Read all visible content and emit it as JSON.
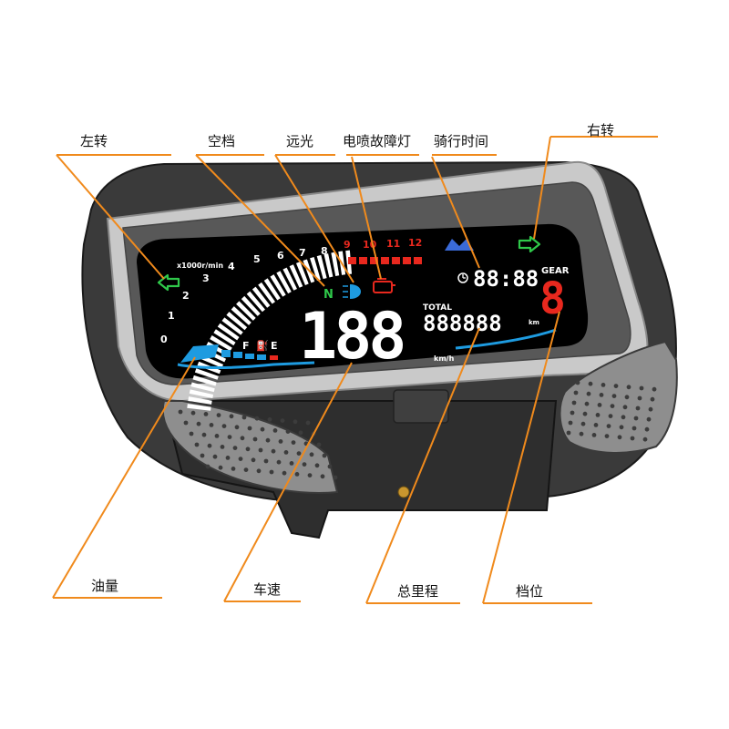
{
  "callouts": {
    "left_turn": "左转",
    "neutral": "空档",
    "high_beam": "远光",
    "efi_fault": "电喷故障灯",
    "ride_time": "骑行时间",
    "right_turn": "右转",
    "fuel": "油量",
    "speed": "车速",
    "odometer": "总里程",
    "gear": "档位"
  },
  "display": {
    "rpm_unit": "x1000r/min",
    "rpm_ticks": [
      "0",
      "1",
      "2",
      "3",
      "4",
      "5",
      "6",
      "7",
      "8",
      "9",
      "10",
      "11",
      "12"
    ],
    "neutral_letter": "N",
    "fuel_full": "F",
    "fuel_empty": "E",
    "gear_label": "GEAR",
    "total_label": "TOTAL",
    "speed_digits": "188",
    "odometer_digits": "888888",
    "odometer_unit": "km",
    "clock_digits": "88:88",
    "gear_digit": "8",
    "speed_unit": "km/h"
  },
  "colors": {
    "lcd_bg": "#000000",
    "body": "#3c3c3c",
    "rim": "#c8c8c8",
    "leader": "#f08a1c",
    "green": "#2fc84a",
    "red": "#e8281e",
    "blue": "#1e9be0",
    "white": "#ffffff"
  }
}
